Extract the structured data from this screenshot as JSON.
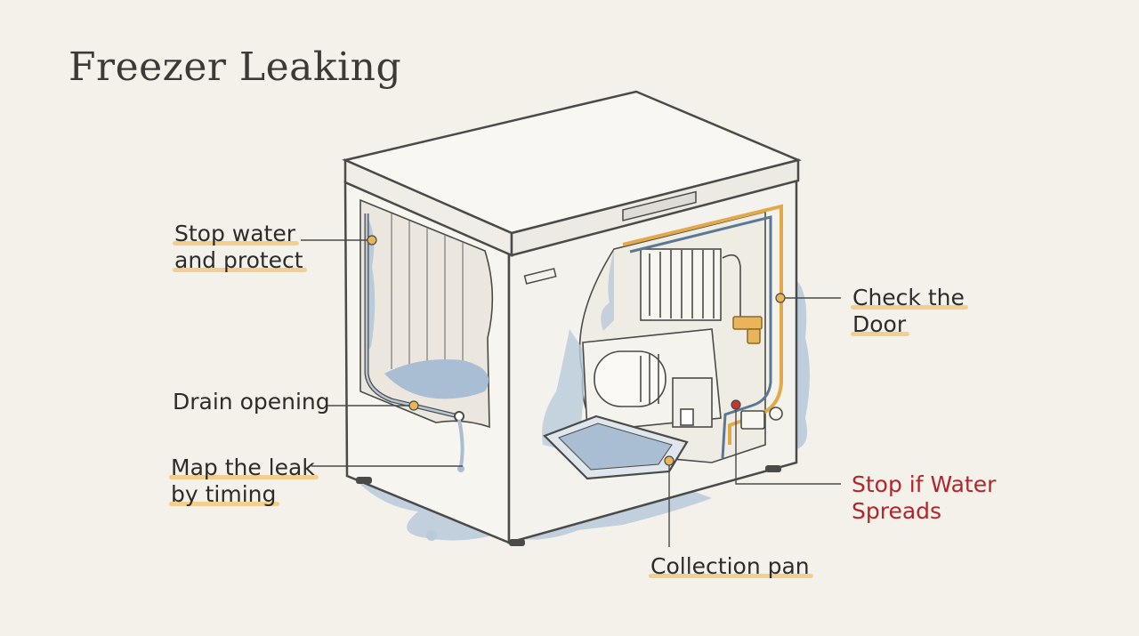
{
  "title": "Freezer Leaking",
  "labels": {
    "stop_water": [
      "Stop water",
      "and protect"
    ],
    "drain_opening": "Drain opening",
    "map_leak": [
      "Map the leak",
      "by timing"
    ],
    "check_door": [
      "Check the",
      "Door"
    ],
    "stop_spreads": [
      "Stop if Water",
      "Spreads"
    ],
    "collection_pan": "Collection pan"
  },
  "colors": {
    "background": "#f4f1ea",
    "outline": "#4a4a48",
    "water": "#a9bed3",
    "accent_highlight": "#f2cf8e",
    "door_seal": "#e2a94a",
    "warning": "#b0262c"
  }
}
